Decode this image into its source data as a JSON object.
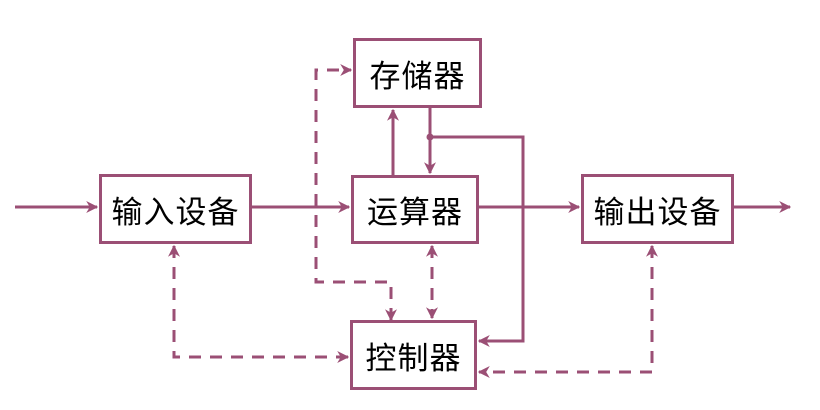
{
  "diagram": {
    "title": "",
    "colors": {
      "line": "#9b4f75",
      "text": "#000000",
      "box_fill": "#ffffff"
    },
    "nodes": {
      "input": {
        "label": "输入设备"
      },
      "memory": {
        "label": "存储器"
      },
      "alu": {
        "label": "运算器"
      },
      "output": {
        "label": "输出设备"
      },
      "control": {
        "label": "控制器"
      }
    },
    "edges": [
      {
        "from": "external",
        "to": "input",
        "style": "solid",
        "kind": "data"
      },
      {
        "from": "input",
        "to": "alu",
        "style": "solid",
        "kind": "data"
      },
      {
        "from": "alu",
        "to": "memory",
        "style": "solid",
        "kind": "data"
      },
      {
        "from": "memory",
        "to": "alu",
        "style": "solid",
        "kind": "data"
      },
      {
        "from": "memory",
        "to": "control",
        "style": "solid",
        "kind": "data"
      },
      {
        "from": "alu",
        "to": "output",
        "style": "solid",
        "kind": "data"
      },
      {
        "from": "output",
        "to": "external",
        "style": "solid",
        "kind": "data"
      },
      {
        "from": "control",
        "to": "memory",
        "style": "dashed",
        "kind": "control"
      },
      {
        "from": "control",
        "to": "alu",
        "style": "dashed",
        "kind": "control",
        "bidirectional": true
      },
      {
        "from": "control",
        "to": "input",
        "style": "dashed",
        "kind": "control",
        "bidirectional": true
      },
      {
        "from": "control",
        "to": "output",
        "style": "dashed",
        "kind": "control",
        "bidirectional": true
      }
    ]
  }
}
